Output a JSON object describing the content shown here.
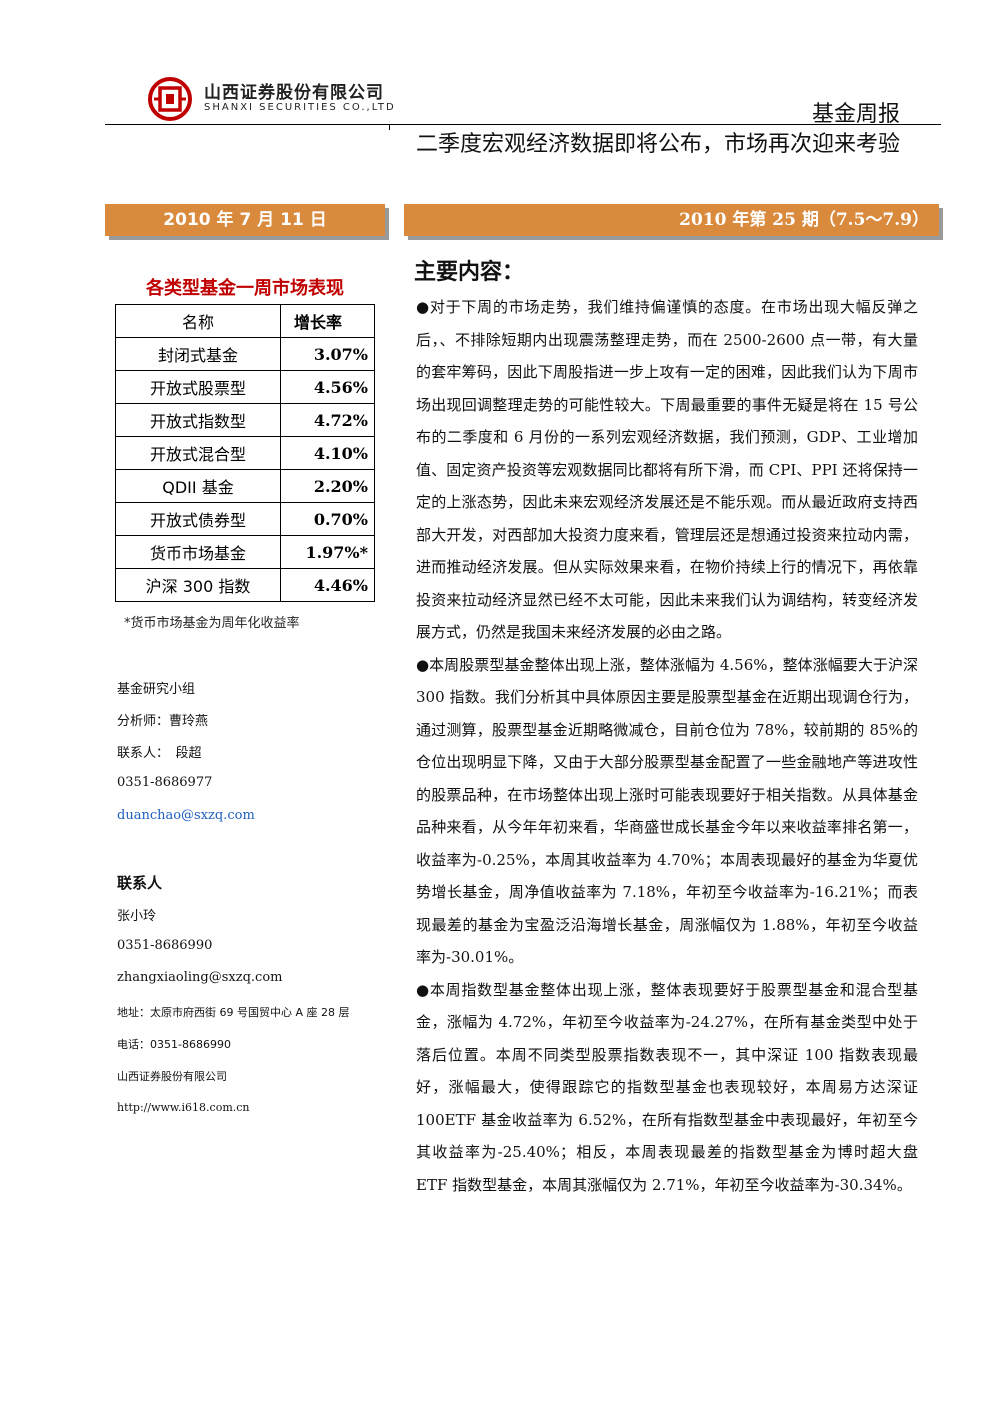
{
  "header": {
    "company_cn": "山西证券股份有限公司",
    "company_en": "SHANXI SECURITIES CO.,LTD",
    "report_type": "基金周报",
    "brand_color": "#c00000"
  },
  "title": "二季度宏观经济数据即将公布，市场再次迎来考验",
  "date_bar": "2010 年 7 月 11 日",
  "issue_bar": "2010 年第 25 期（7.5～7.9）",
  "bar_color": "#d98a3d",
  "left": {
    "table_title": "各类型基金一周市场表现",
    "table_headers": [
      "名称",
      "增长率"
    ],
    "table_rows": [
      [
        "封闭式基金",
        "3.07%"
      ],
      [
        "开放式股票型",
        "4.56%"
      ],
      [
        "开放式指数型",
        "4.72%"
      ],
      [
        "开放式混合型",
        "4.10%"
      ],
      [
        "QDII 基金",
        "2.20%"
      ],
      [
        "开放式债券型",
        "0.70%"
      ],
      [
        "货币市场基金",
        "1.97%*"
      ],
      [
        "沪深 300 指数",
        "4.46%"
      ]
    ],
    "table_note": "*货币市场基金为周年化收益率",
    "research_group": "基金研究小组",
    "analyst": "分析师：曹玲燕",
    "contact": "联系人：　段超",
    "phone": "0351-8686977",
    "email": "duanchao@sxzq.com",
    "contact_heading": "联系人",
    "contact_name": "张小玲",
    "contact_phone": "0351-8686990",
    "contact_email": "zhangxiaoling@sxzq.com",
    "address": "地址：太原市府西街 69 号国贸中心 A 座 28 层",
    "tel": "电话：0351-8686990",
    "company": "山西证券股份有限公司",
    "website": "http://www.i618.com.cn"
  },
  "main": {
    "heading": "主要内容：",
    "paragraphs": [
      "●对于下周的市场走势，我们维持偏谨慎的态度。在市场出现大幅反弹之后，、不排除短期内出现震荡整理走势，而在 2500-2600 点一带，有大量的套牢筹码，因此下周股指进一步上攻有一定的困难，因此我们认为下周市场出现回调整理走势的可能性较大。下周最重要的事件无疑是将在 15 号公布的二季度和 6 月份的一系列宏观经济数据，我们预测，GDP、工业增加值、固定资产投资等宏观数据同比都将有所下滑，而 CPI、PPI 还将保持一定的上涨态势，因此未来宏观经济发展还是不能乐观。而从最近政府支持西部大开发，对西部加大投资力度来看，管理层还是想通过投资来拉动内需，进而推动经济发展。但从实际效果来看，在物价持续上行的情况下，再依靠投资来拉动经济显然已经不太可能，因此未来我们认为调结构，转变经济发展方式，仍然是我国未来经济发展的必由之路。",
      "●本周股票型基金整体出现上涨，整体涨幅为 4.56%，整体涨幅要大于沪深 300 指数。我们分析其中具体原因主要是股票型基金在近期出现调仓行为，通过测算，股票型基金近期略微减仓，目前仓位为 78%，较前期的 85%的仓位出现明显下降，又由于大部分股票型基金配置了一些金融地产等进攻性的股票品种，在市场整体出现上涨时可能表现要好于相关指数。从具体基金品种来看，从今年年初来看，华商盛世成长基金今年以来收益率排名第一，收益率为-0.25%，本周其收益率为 4.70%；本周表现最好的基金为华夏优势增长基金，周净值收益率为 7.18%，年初至今收益率为-16.21%；而表现最差的基金为宝盈泛沿海增长基金，周涨幅仅为 1.88%，年初至今收益率为-30.01%。",
      "●本周指数型基金整体出现上涨，整体表现要好于股票型基金和混合型基金，涨幅为 4.72%，年初至今收益率为-24.27%，在所有基金类型中处于落后位置。本周不同类型股票指数表现不一，其中深证 100 指数表现最好，涨幅最大，使得跟踪它的指数型基金也表现较好，本周易方达深证 100ETF 基金收益率为 6.52%，在所有指数型基金中表现最好，年初至今其收益率为-25.40%；相反，本周表现最差的指数型基金为博时超大盘 ETF 指数型基金，本周其涨幅仅为 2.71%，年初至今收益率为-30.34%。"
    ]
  }
}
